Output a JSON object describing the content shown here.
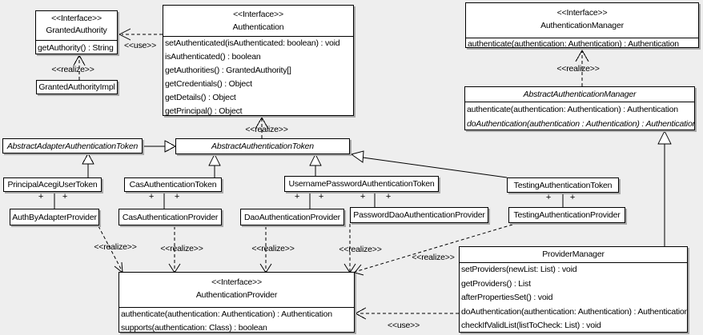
{
  "colors": {
    "background": "#eeeeee",
    "box_fill": "#ffffff",
    "line": "#000000",
    "shadow": "#a8a8a8"
  },
  "edge_labels": {
    "realize": "<<realize>>",
    "use": "<<use>>",
    "plus": "+"
  },
  "classes": {
    "granted_authority": {
      "stereotype": "<<Interface>>",
      "name": "GrantedAuthority",
      "methods": [
        "getAuthority() : String"
      ]
    },
    "granted_authority_impl": {
      "name": "GrantedAuthorityImpl"
    },
    "authentication": {
      "stereotype": "<<Interface>>",
      "name": "Authentication",
      "methods": [
        "setAuthenticated(isAuthenticated: boolean) : void",
        "isAuthenticated() : boolean",
        "getAuthorities() : GrantedAuthority[]",
        "getCredentials() : Object",
        "getDetails() : Object",
        "getPrincipal() : Object"
      ]
    },
    "authentication_manager": {
      "stereotype": "<<Interface>>",
      "name": "AuthenticationManager",
      "methods": [
        "authenticate(authentication: Authentication) : Authentication"
      ]
    },
    "abstract_authentication_manager": {
      "name": "AbstractAuthenticationManager",
      "methods": [
        "authenticate(authentication: Authentication) : Authentication",
        "doAuthentication(authentication : Authentication) : Authentication"
      ]
    },
    "abstract_adapter_authentication_token": {
      "name": "AbstractAdapterAuthenticationToken"
    },
    "abstract_authentication_token": {
      "name": "AbstractAuthenticationToken"
    },
    "principal_acegi_user_token": {
      "name": "PrincipalAcegiUserToken"
    },
    "cas_authentication_token": {
      "name": "CasAuthenticationToken"
    },
    "username_password_authentication_token": {
      "name": "UsernamePasswordAuthenticationToken"
    },
    "testing_authentication_token": {
      "name": "TestingAuthenticationToken"
    },
    "auth_by_adapter_provider": {
      "name": "AuthByAdapterProvider"
    },
    "cas_authentication_provider": {
      "name": "CasAuthenticationProvider"
    },
    "dao_authentication_provider": {
      "name": "DaoAuthenticationProvider"
    },
    "password_dao_authentication_provider": {
      "name": "PasswordDaoAuthenticationProvider"
    },
    "testing_authentication_provider": {
      "name": "TestingAuthenticationProvider"
    },
    "authentication_provider": {
      "stereotype": "<<Interface>>",
      "name": "AuthenticationProvider",
      "methods": [
        "authenticate(authentication: Authentication) : Authentication",
        "supports(authentication: Class) : boolean"
      ]
    },
    "provider_manager": {
      "name": "ProviderManager",
      "methods": [
        "setProviders(newList: List) : void",
        "getProviders() : List",
        "afterPropertiesSet() : void",
        "doAuthentication(authentication: Authentication) : Authentication",
        "checkIfValidList(listToCheck: List) : void"
      ]
    }
  }
}
